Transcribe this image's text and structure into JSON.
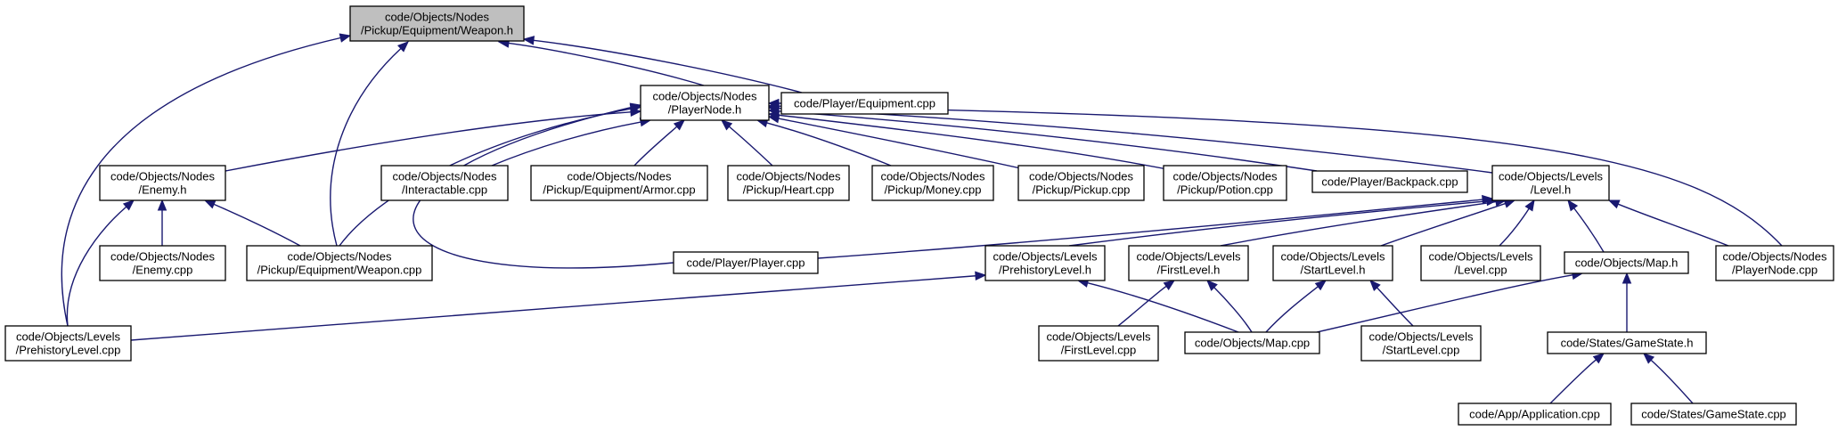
{
  "diagram": {
    "type": "include-dependency-graph",
    "nodes": [
      {
        "id": "weapon_h",
        "lines": [
          "code/Objects/Nodes",
          "/Pickup/Equipment/Weapon.h"
        ],
        "highlighted": true
      },
      {
        "id": "playernode_h",
        "lines": [
          "code/Objects/Nodes",
          "/PlayerNode.h"
        ]
      },
      {
        "id": "equipment_cpp",
        "lines": [
          "code/Player/Equipment.cpp"
        ]
      },
      {
        "id": "enemy_h",
        "lines": [
          "code/Objects/Nodes",
          "/Enemy.h"
        ]
      },
      {
        "id": "interactable_cpp",
        "lines": [
          "code/Objects/Nodes",
          "/Interactable.cpp"
        ]
      },
      {
        "id": "armor_cpp",
        "lines": [
          "code/Objects/Nodes",
          "/Pickup/Equipment/Armor.cpp"
        ]
      },
      {
        "id": "heart_cpp",
        "lines": [
          "code/Objects/Nodes",
          "/Pickup/Heart.cpp"
        ]
      },
      {
        "id": "money_cpp",
        "lines": [
          "code/Objects/Nodes",
          "/Pickup/Money.cpp"
        ]
      },
      {
        "id": "pickup_cpp",
        "lines": [
          "code/Objects/Nodes",
          "/Pickup/Pickup.cpp"
        ]
      },
      {
        "id": "potion_cpp",
        "lines": [
          "code/Objects/Nodes",
          "/Pickup/Potion.cpp"
        ]
      },
      {
        "id": "backpack_cpp",
        "lines": [
          "code/Player/Backpack.cpp"
        ]
      },
      {
        "id": "level_h",
        "lines": [
          "code/Objects/Levels",
          "/Level.h"
        ]
      },
      {
        "id": "enemy_cpp",
        "lines": [
          "code/Objects/Nodes",
          "/Enemy.cpp"
        ]
      },
      {
        "id": "weapon_cpp",
        "lines": [
          "code/Objects/Nodes",
          "/Pickup/Equipment/Weapon.cpp"
        ]
      },
      {
        "id": "player_cpp",
        "lines": [
          "code/Player/Player.cpp"
        ]
      },
      {
        "id": "prehistoric_h",
        "lines": [
          "code/Objects/Levels",
          "/PrehistoryLevel.h"
        ]
      },
      {
        "id": "firstlevel_h",
        "lines": [
          "code/Objects/Levels",
          "/FirstLevel.h"
        ]
      },
      {
        "id": "startlevel_h",
        "lines": [
          "code/Objects/Levels",
          "/StartLevel.h"
        ]
      },
      {
        "id": "level_cpp",
        "lines": [
          "code/Objects/Levels",
          "/Level.cpp"
        ]
      },
      {
        "id": "map_h",
        "lines": [
          "code/Objects/Map.h"
        ]
      },
      {
        "id": "playernode_cpp",
        "lines": [
          "code/Objects/Nodes",
          "/PlayerNode.cpp"
        ]
      },
      {
        "id": "prehistoric_cpp",
        "lines": [
          "code/Objects/Levels",
          "/PrehistoryLevel.cpp"
        ]
      },
      {
        "id": "firstlevel_cpp",
        "lines": [
          "code/Objects/Levels",
          "/FirstLevel.cpp"
        ]
      },
      {
        "id": "map_cpp",
        "lines": [
          "code/Objects/Map.cpp"
        ]
      },
      {
        "id": "startlevel_cpp",
        "lines": [
          "code/Objects/Levels",
          "/StartLevel.cpp"
        ]
      },
      {
        "id": "gamestate_h",
        "lines": [
          "code/States/GameState.h"
        ]
      },
      {
        "id": "application_cpp",
        "lines": [
          "code/App/Application.cpp"
        ]
      },
      {
        "id": "gamestate_cpp",
        "lines": [
          "code/States/GameState.cpp"
        ]
      }
    ],
    "edges": [
      {
        "from": "playernode_h",
        "to": "weapon_h"
      },
      {
        "from": "equipment_cpp",
        "to": "weapon_h"
      },
      {
        "from": "weapon_cpp",
        "to": "weapon_h"
      },
      {
        "from": "prehistoric_cpp",
        "to": "weapon_h"
      },
      {
        "from": "equipment_cpp",
        "to": "playernode_h"
      },
      {
        "from": "enemy_h",
        "to": "playernode_h"
      },
      {
        "from": "interactable_cpp",
        "to": "playernode_h"
      },
      {
        "from": "armor_cpp",
        "to": "playernode_h"
      },
      {
        "from": "heart_cpp",
        "to": "playernode_h"
      },
      {
        "from": "money_cpp",
        "to": "playernode_h"
      },
      {
        "from": "pickup_cpp",
        "to": "playernode_h"
      },
      {
        "from": "potion_cpp",
        "to": "playernode_h"
      },
      {
        "from": "backpack_cpp",
        "to": "playernode_h"
      },
      {
        "from": "level_h",
        "to": "playernode_h"
      },
      {
        "from": "player_cpp",
        "to": "playernode_h"
      },
      {
        "from": "weapon_cpp",
        "to": "playernode_h"
      },
      {
        "from": "playernode_cpp",
        "to": "playernode_h"
      },
      {
        "from": "enemy_cpp",
        "to": "enemy_h"
      },
      {
        "from": "weapon_cpp",
        "to": "enemy_h"
      },
      {
        "from": "prehistoric_cpp",
        "to": "enemy_h"
      },
      {
        "from": "player_cpp",
        "to": "level_h"
      },
      {
        "from": "prehistoric_h",
        "to": "level_h"
      },
      {
        "from": "firstlevel_h",
        "to": "level_h"
      },
      {
        "from": "startlevel_h",
        "to": "level_h"
      },
      {
        "from": "level_cpp",
        "to": "level_h"
      },
      {
        "from": "map_h",
        "to": "level_h"
      },
      {
        "from": "playernode_cpp",
        "to": "level_h"
      },
      {
        "from": "prehistoric_cpp",
        "to": "prehistoric_h"
      },
      {
        "from": "map_cpp",
        "to": "prehistoric_h"
      },
      {
        "from": "firstlevel_cpp",
        "to": "firstlevel_h"
      },
      {
        "from": "map_cpp",
        "to": "firstlevel_h"
      },
      {
        "from": "map_cpp",
        "to": "startlevel_h"
      },
      {
        "from": "startlevel_cpp",
        "to": "startlevel_h"
      },
      {
        "from": "map_cpp",
        "to": "map_h"
      },
      {
        "from": "gamestate_h",
        "to": "map_h"
      },
      {
        "from": "application_cpp",
        "to": "gamestate_h"
      },
      {
        "from": "gamestate_cpp",
        "to": "gamestate_h"
      }
    ]
  },
  "colors": {
    "edge": "#191970",
    "root_fill": "#bfbfbf",
    "node_fill": "#ffffff",
    "node_stroke": "#000000",
    "background": "#ffffff"
  }
}
